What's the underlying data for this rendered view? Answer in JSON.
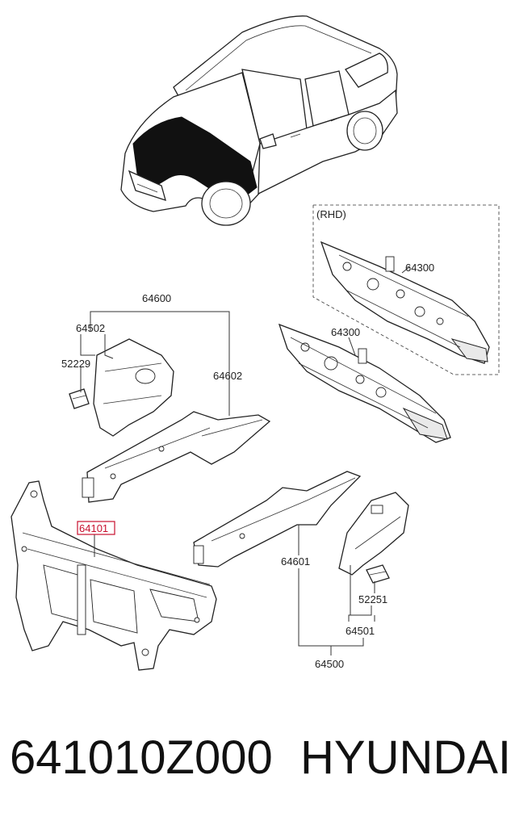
{
  "diagram": {
    "labels": {
      "rhd": "(RHD)",
      "p64300a": "64300",
      "p64300b": "64300",
      "p64600": "64600",
      "p64502": "64502",
      "p52229": "52229",
      "p64602": "64602",
      "p64101": "64101",
      "p64601": "64601",
      "p52251": "52251",
      "p64501": "64501",
      "p64500": "64500"
    },
    "highlight_color": "#c8102e"
  },
  "footer": {
    "part_number": "641010Z000",
    "brand": "HYUNDAI"
  }
}
